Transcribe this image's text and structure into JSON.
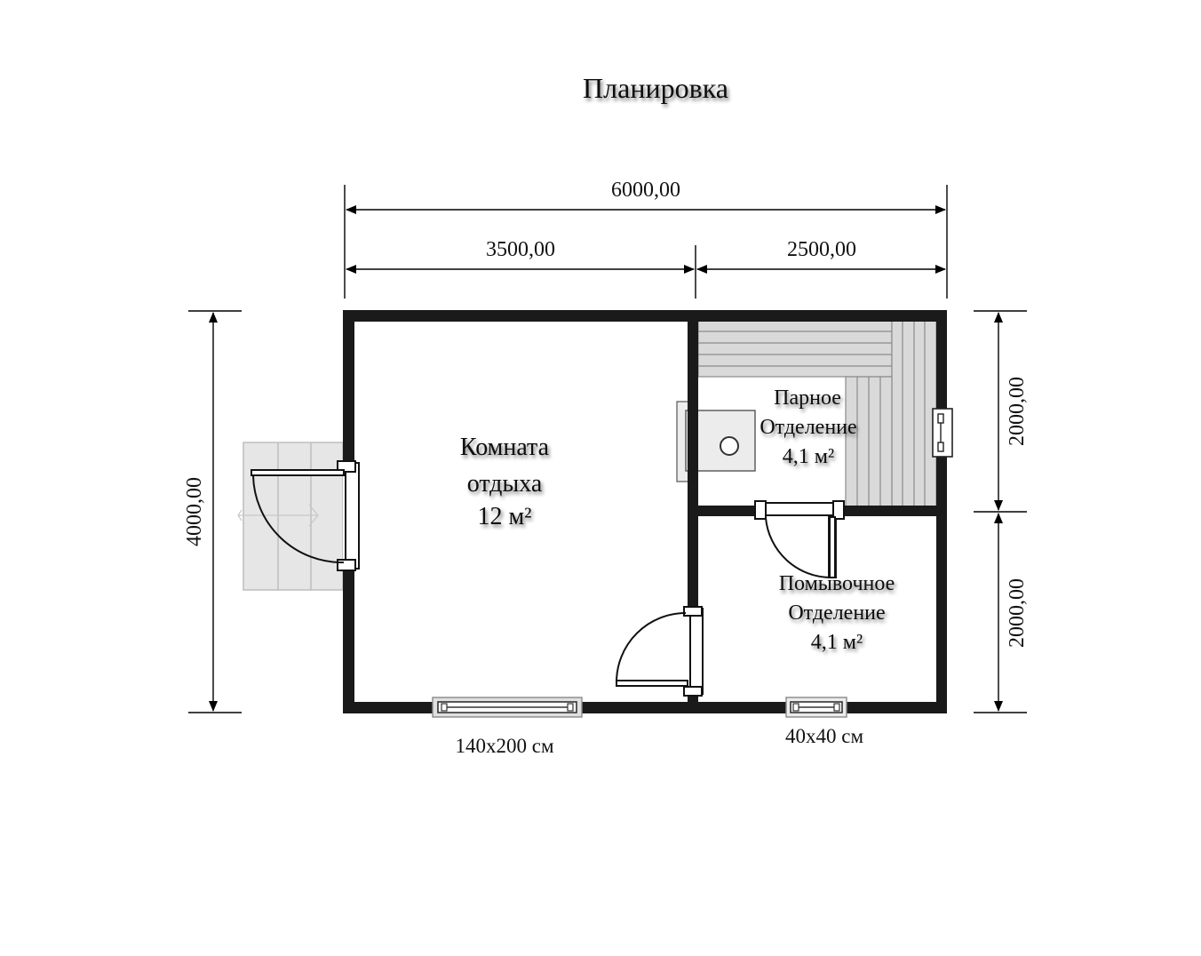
{
  "title": "Планировка",
  "dimensions": {
    "total_width": "6000,00",
    "left_width": "3500,00",
    "right_width": "2500,00",
    "total_height": "4000,00",
    "right_upper_height": "2000,00",
    "right_lower_height": "2000,00"
  },
  "rooms": {
    "rest_room": {
      "line1": "Комната",
      "line2": "отдыха",
      "area": "12 м²"
    },
    "steam_room": {
      "line1": "Парное",
      "line2": "Отделение",
      "area": "4,1 м²"
    },
    "wash_room": {
      "line1": "Помывочное",
      "line2": "Отделение",
      "area": "4,1 м²"
    }
  },
  "windows": {
    "large": "140х200 см",
    "small": "40х40 см"
  },
  "colors": {
    "wall": "#1a1a1a",
    "bench": "#d9d9d9",
    "porch": "#e6e6e6",
    "window_frame": "#e0e0e0"
  }
}
